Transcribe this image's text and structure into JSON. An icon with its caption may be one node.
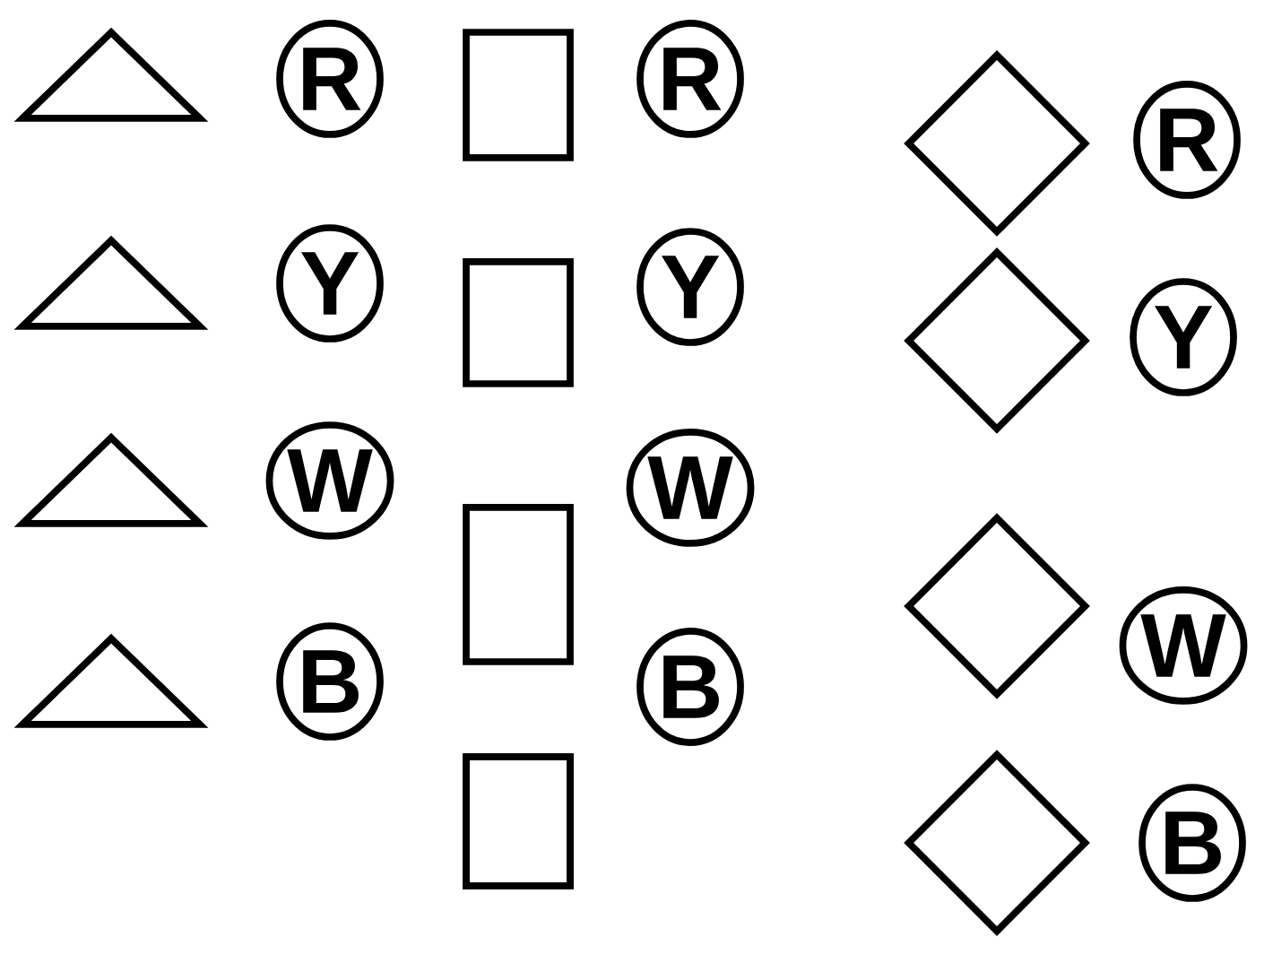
{
  "diagram": {
    "nodes": [
      {
        "text": [],
        "shape": "triangle"
      },
      {
        "text": [
          "R"
        ]
      },
      {
        "text": [],
        "shape": "triangle"
      },
      {
        "text": [
          "Y"
        ]
      },
      {
        "text": [],
        "shape": "triangle"
      },
      {
        "text": [
          "W"
        ]
      },
      {
        "text": [],
        "shape": "triangle"
      },
      {
        "text": [
          "B"
        ]
      },
      {
        "text": [],
        "shape": "box"
      },
      {
        "text": [
          "R"
        ]
      },
      {
        "text": [],
        "shape": "box"
      },
      {
        "text": [
          "Y"
        ]
      },
      {
        "text": [],
        "shape": "box"
      },
      {
        "text": [
          "W"
        ]
      },
      {
        "text": [],
        "shape": "box"
      },
      {
        "text": [
          "B"
        ]
      },
      {
        "text": [],
        "shape": "box"
      },
      {
        "text": [],
        "shape": "diamond"
      },
      {
        "text": [
          "R"
        ]
      },
      {
        "text": [],
        "shape": "diamond"
      },
      {
        "text": [
          "Y"
        ]
      },
      {
        "text": [],
        "shape": "diamond"
      },
      {
        "text": [
          "W"
        ]
      },
      {
        "text": [],
        "shape": "diamond"
      },
      {
        "text": [
          "B"
        ]
      }
    ]
  }
}
